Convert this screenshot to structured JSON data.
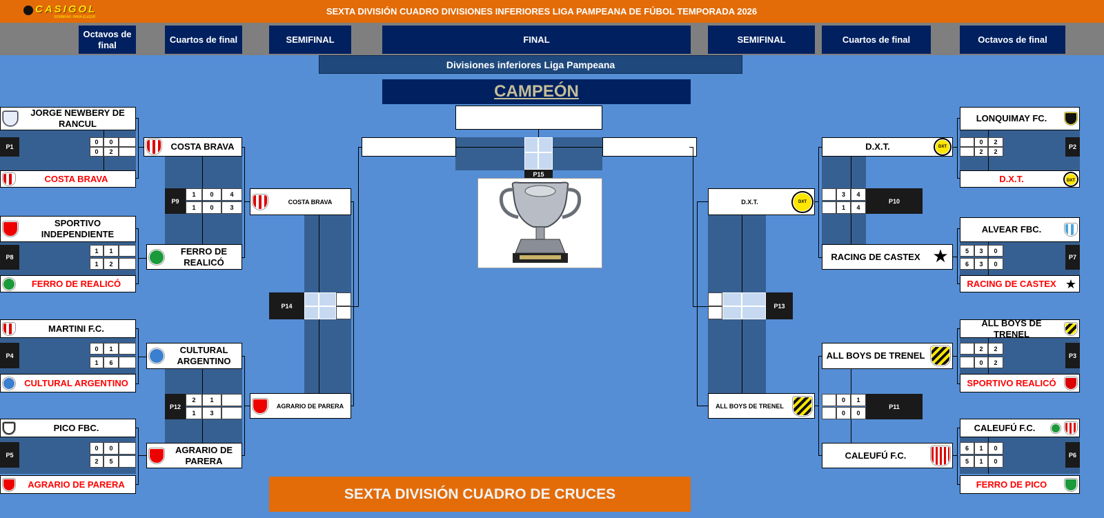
{
  "app": {
    "logo_text": "CASIGOL",
    "logo_subtext": "SEMBRAR, PARA ELEGIR",
    "title": "SEXTA DIVISIÓN CUADRO DIVISIONES INFERIORES LIGA PAMPEANA DE FÚBOL  TEMPORADA 2026"
  },
  "rounds": {
    "left_octavos": "Octavos de final",
    "left_cuartos": "Cuartos de final",
    "left_semifinal": "SEMIFINAL",
    "final": "FINAL",
    "right_semifinal": "SEMIFINAL",
    "right_cuartos": "Cuartos de final",
    "right_octavos": "Octavos de final"
  },
  "subtitle": "Divisiones inferiores Liga Pampeana",
  "champion": {
    "label": "CAMPEÓN",
    "team": ""
  },
  "final_match": {
    "id": "P15",
    "left_team": "",
    "right_team": ""
  },
  "matches": {
    "P1": {
      "id": "P1",
      "home": "JORGE NEWBERY DE RANCUL",
      "away": "COSTA BRAVA",
      "scores": [
        [
          "0",
          "0",
          ""
        ],
        [
          "0",
          "2",
          ""
        ]
      ]
    },
    "P8": {
      "id": "P8",
      "home": "SPORTIVO INDEPENDIENTE",
      "away": "FERRO DE REALICÓ",
      "scores": [
        [
          "1",
          "1",
          ""
        ],
        [
          "1",
          "2",
          ""
        ]
      ]
    },
    "P4": {
      "id": "P4",
      "home": "MARTINI F.C.",
      "away": "CULTURAL ARGENTINO",
      "scores": [
        [
          "0",
          "1",
          ""
        ],
        [
          "1",
          "6",
          ""
        ]
      ]
    },
    "P5": {
      "id": "P5",
      "home": "PICO FBC.",
      "away": "AGRARIO DE PARERA",
      "scores": [
        [
          "0",
          "0",
          ""
        ],
        [
          "2",
          "5",
          ""
        ]
      ]
    },
    "P9": {
      "id": "P9",
      "home": "COSTA BRAVA",
      "away": "FERRO DE REALICÓ",
      "scores": [
        [
          "1",
          "0",
          "4"
        ],
        [
          "1",
          "0",
          "3"
        ]
      ]
    },
    "P12": {
      "id": "P12",
      "home": "CULTURAL ARGENTINO",
      "away": "AGRARIO DE PARERA",
      "scores": [
        [
          "2",
          "1",
          ""
        ],
        [
          "1",
          "3",
          ""
        ]
      ]
    },
    "P14": {
      "id": "P14",
      "home": "COSTA BRAVA",
      "away": "AGRARIO DE PARERA"
    },
    "P2": {
      "id": "P2",
      "home": "LONQUIMAY FC.",
      "away": "D.X.T.",
      "scores": [
        [
          "0",
          "2",
          ""
        ],
        [
          "2",
          "2",
          ""
        ]
      ]
    },
    "P7": {
      "id": "P7",
      "home": "ALVEAR FBC.",
      "away": "RACING DE CASTEX",
      "scores": [
        [
          "5",
          "3",
          "0"
        ],
        [
          "6",
          "3",
          "0"
        ]
      ]
    },
    "P3": {
      "id": "P3",
      "home": "ALL BOYS DE TRENEL",
      "away": "SPORTIVO REALICÓ",
      "scores": [
        [
          "2",
          "2",
          ""
        ],
        [
          "0",
          "2",
          ""
        ]
      ]
    },
    "P6": {
      "id": "P6",
      "home": "CALEUFÚ F.C.",
      "away": "FERRO DE PICO",
      "scores": [
        [
          "6",
          "1",
          "0"
        ],
        [
          "5",
          "1",
          "0"
        ]
      ]
    },
    "P10": {
      "id": "P10",
      "home": "D.X.T.",
      "away": "RACING DE CASTEX",
      "scores": [
        [
          "3",
          "4",
          ""
        ],
        [
          "1",
          "4",
          ""
        ]
      ]
    },
    "P11": {
      "id": "P11",
      "home": "ALL BOYS DE TRENEL",
      "away": "CALEUFÚ F.C.",
      "scores": [
        [
          "0",
          "1",
          ""
        ],
        [
          "0",
          "0",
          ""
        ]
      ]
    },
    "P13": {
      "id": "P13",
      "home": "D.X.T.",
      "away": "ALL BOYS DE TRENEL"
    }
  },
  "crest_icons": {
    "dxt": "DXT",
    "racing": "★"
  },
  "colors": {
    "title_bar": "#e36c09",
    "header_navy": "#002060",
    "background_blue": "#558ed5",
    "match_block": "#376092",
    "winner_text": "#ff0000",
    "champion_gold": "#c4bd97"
  },
  "footer": "SEXTA DIVISIÓN CUADRO DE CRUCES"
}
